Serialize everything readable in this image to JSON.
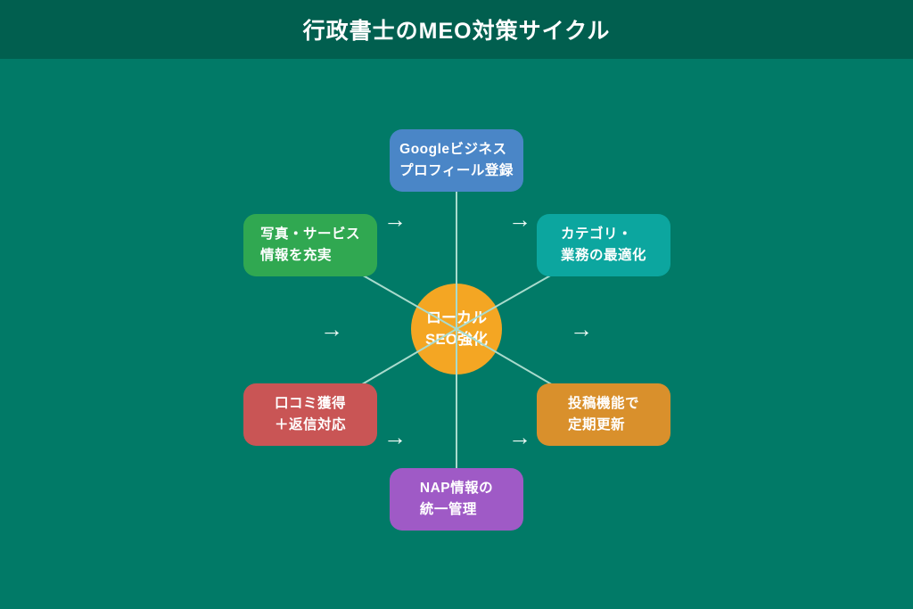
{
  "header": {
    "title": "行政書士のMEO対策サイクル",
    "bg_color": "#015F4F"
  },
  "canvas": {
    "bg_color": "#017A67"
  },
  "hub": {
    "lines": [
      "ローカル",
      "SEO強化"
    ],
    "color": "#F4A623",
    "text_color": "#FFFFFF"
  },
  "nodes": [
    {
      "key": "google-business-profile",
      "lines": [
        "Googleビジネス",
        "プロフィール登録"
      ],
      "color": "#4A86C7"
    },
    {
      "key": "category-optimization",
      "lines": [
        "カテゴリ・",
        "業務の最適化"
      ],
      "color": "#0CA69F"
    },
    {
      "key": "post-feature-updates",
      "lines": [
        "投稿機能で",
        "定期更新"
      ],
      "color": "#D9902C"
    },
    {
      "key": "nap-consistency",
      "lines": [
        "NAP情報の",
        "統一管理"
      ],
      "color": "#9F5AC6"
    },
    {
      "key": "reviews-and-replies",
      "lines": [
        "口コミ獲得",
        "＋返信対応"
      ],
      "color": "#C95555"
    },
    {
      "key": "photos-services-info",
      "lines": [
        "写真・サービス",
        "情報を充実"
      ],
      "color": "#30A851"
    }
  ],
  "arrows": {
    "glyph": "→",
    "color": "#F0FAF6"
  },
  "connectors": {
    "color": "#A9DBCD"
  }
}
